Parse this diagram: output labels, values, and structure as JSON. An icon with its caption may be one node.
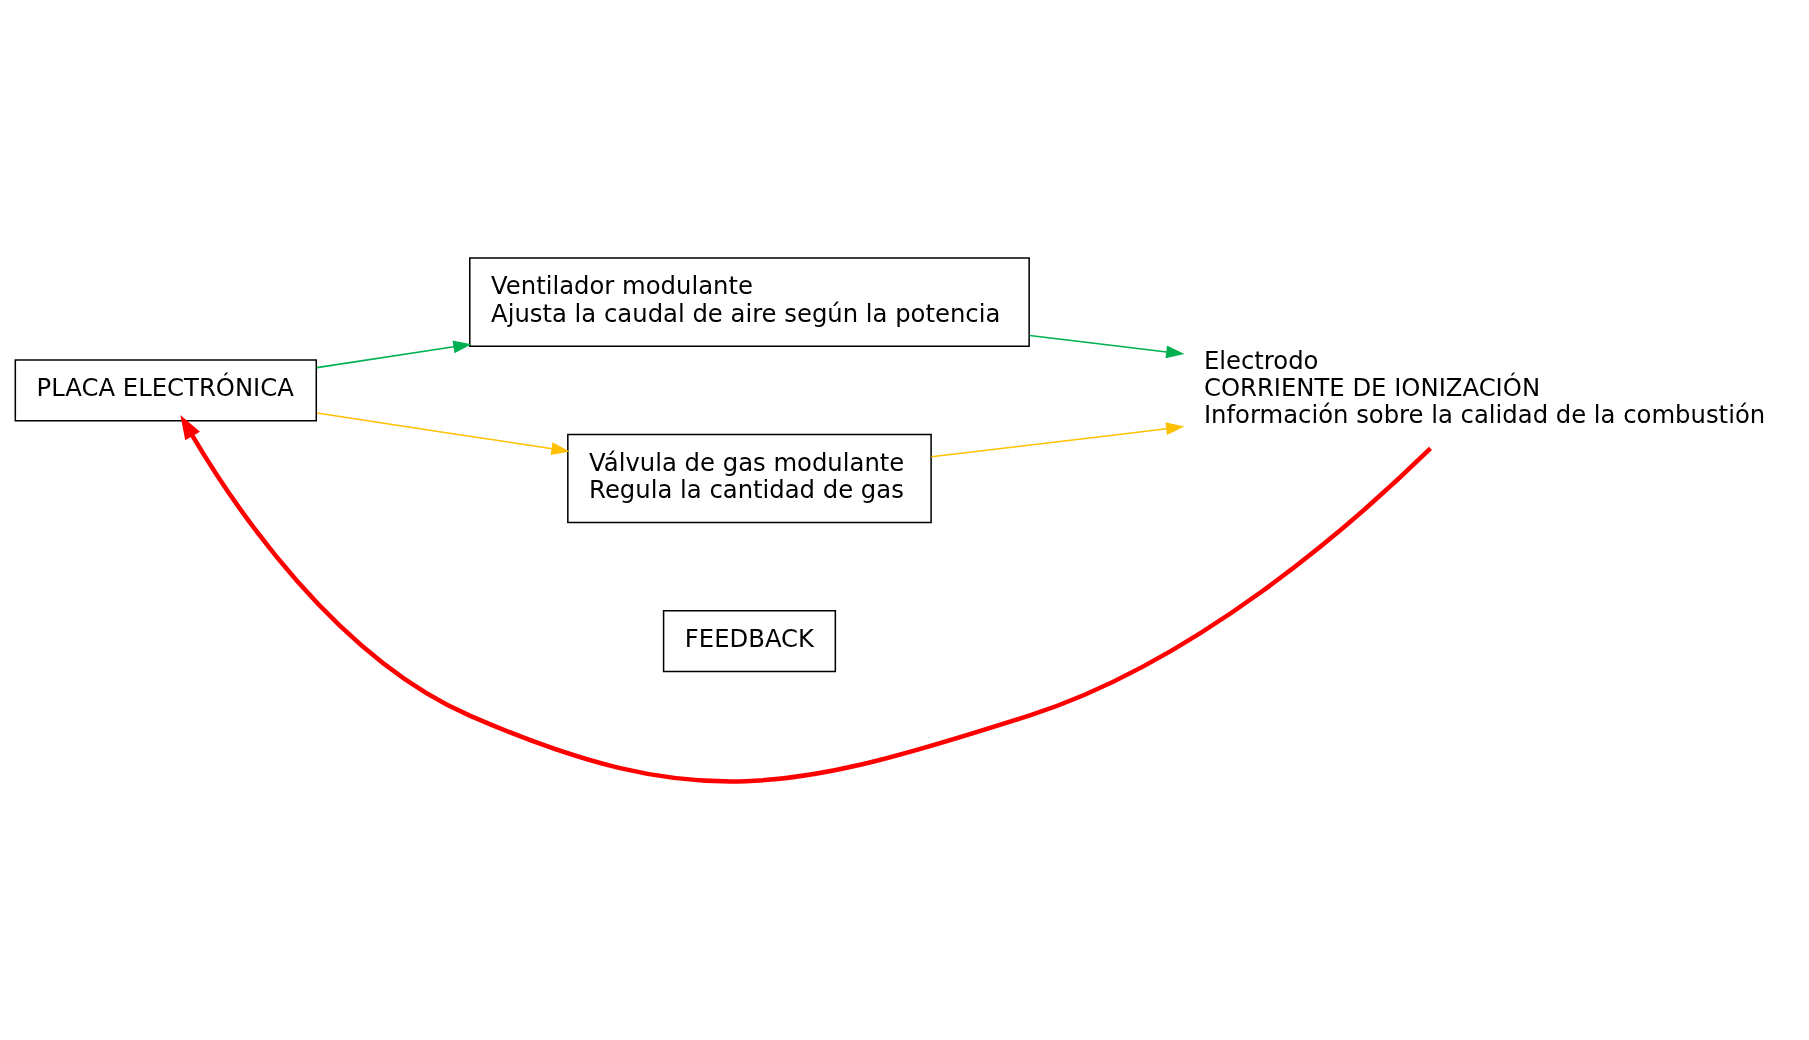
{
  "diagram": {
    "nodes": [
      {
        "text": [
          "PLACA ELECTRÓNICA"
        ]
      },
      {
        "text": [
          "Ventilador modulante",
          "Ajusta la caudal de aire según la potencia"
        ]
      },
      {
        "text": [
          "Válvula de gas modulante",
          "Regula la cantidad de gas"
        ]
      },
      {
        "text": [
          "Electrodo",
          "CORRIENTE DE IONIZACIÓN",
          "Información sobre la calidad de la combustión"
        ]
      },
      {
        "text": [
          "FEEDBACK"
        ]
      }
    ],
    "edges": [
      {
        "from": 0,
        "to": 1,
        "arrow": "to",
        "color": "#00b050"
      },
      {
        "from": 0,
        "to": 2,
        "arrow": "to",
        "color": "#ffc000"
      },
      {
        "from": 1,
        "to": 3,
        "arrow": "to",
        "color": "#00b050"
      },
      {
        "from": 2,
        "to": 3,
        "arrow": "to",
        "color": "#ffc000"
      },
      {
        "from": 3,
        "to": 0,
        "arrow": "to",
        "color": "#ff0000",
        "style": "thick"
      }
    ]
  }
}
